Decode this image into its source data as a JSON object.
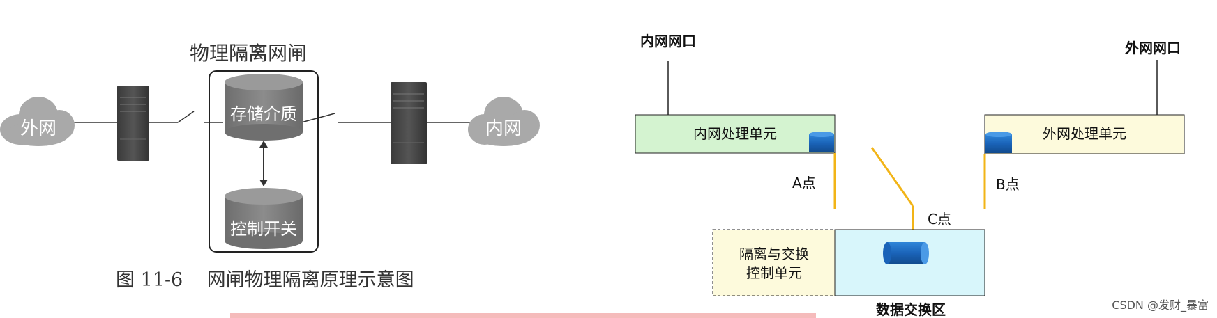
{
  "left_diagram": {
    "title": "物理隔离网闸",
    "outer_network": "外网",
    "inner_network": "内网",
    "storage_medium": "存储介质",
    "control_switch": "控制开关",
    "caption": "图 11-6    网闸物理隔离原理示意图"
  },
  "right_diagram": {
    "inner_port": "内网网口",
    "outer_port": "外网网口",
    "inner_unit": "内网处理单元",
    "outer_unit": "外网处理单元",
    "point_a": "A点",
    "point_b": "B点",
    "point_c": "C点",
    "isolation_unit_line1": "隔离与交换",
    "isolation_unit_line2": "控制单元",
    "exchange_area": "数据交换区"
  },
  "watermark": "CSDN @发财_暴富",
  "colors": {
    "inner_unit_fill": "#d4f3d0",
    "outer_unit_fill": "#fdfadc",
    "exchange_fill": "#d8f6fb",
    "isolation_fill": "#fdfadc",
    "switch_line": "#f2b417",
    "cylinder_blue": "#1a63b8",
    "bottom_text_red": "#e23b3b"
  }
}
